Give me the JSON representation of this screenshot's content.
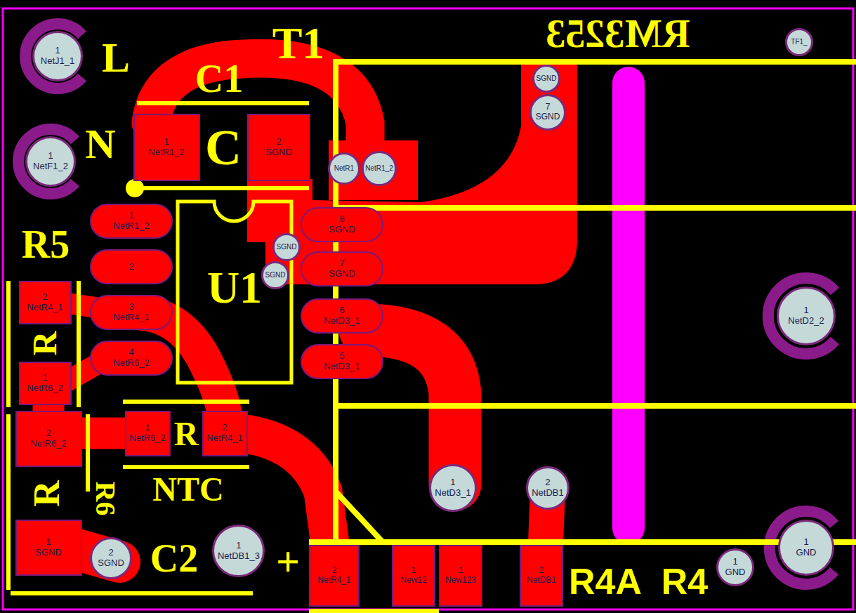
{
  "diagram": {
    "nodes": [
      {
        "text": [
          "1",
          "NetJ1_1"
        ]
      },
      {
        "text": [
          "1",
          "NetF1_2"
        ]
      },
      {
        "text": [
          "1",
          "NetR1_2"
        ]
      },
      {
        "text": [
          "2",
          "SGND"
        ]
      },
      {
        "text": [
          "NetR1"
        ]
      },
      {
        "text": [
          "NetR1_2"
        ]
      },
      {
        "text": [
          "SGND"
        ]
      },
      {
        "text": [
          "7",
          "SGND"
        ]
      },
      {
        "text": [
          "TF1_"
        ]
      },
      {
        "text": [
          "1",
          "NetR1_2"
        ]
      },
      {
        "text": [
          "2"
        ]
      },
      {
        "text": [
          "3",
          "NetR4_1"
        ]
      },
      {
        "text": [
          "4",
          "NetR6_2"
        ]
      },
      {
        "text": [
          "8",
          "SGND"
        ]
      },
      {
        "text": [
          "7",
          "SGND"
        ]
      },
      {
        "text": [
          "6",
          "NetD3_1"
        ]
      },
      {
        "text": [
          "5",
          "NetD3_1"
        ]
      },
      {
        "text": [
          "SGND"
        ]
      },
      {
        "text": [
          "SGND"
        ]
      },
      {
        "text": [
          "2",
          "NetR4_1"
        ]
      },
      {
        "text": [
          "1",
          "NetR6_2"
        ]
      },
      {
        "text": [
          "1",
          "NetR6_2"
        ]
      },
      {
        "text": [
          "2",
          "NetR4_1"
        ]
      },
      {
        "text": [
          "2",
          "NetR6_2"
        ]
      },
      {
        "text": [
          "1",
          "SGND"
        ]
      },
      {
        "text": [
          "2",
          "SGND"
        ]
      },
      {
        "text": [
          "1",
          "NetDB1_3"
        ]
      },
      {
        "text": [
          "1",
          "NetD2_2"
        ]
      },
      {
        "text": [
          "1",
          "NetD3_1"
        ]
      },
      {
        "text": [
          "2",
          "NetDB1"
        ]
      },
      {
        "text": [
          "1",
          "GND"
        ]
      },
      {
        "text": [
          "1",
          "GND"
        ]
      },
      {
        "text": [
          "2",
          "NetR4_1"
        ]
      },
      {
        "text": [
          "1",
          "New12"
        ]
      },
      {
        "text": [
          "1",
          "New123"
        ]
      },
      {
        "text": [
          "2",
          "NetDB1"
        ]
      }
    ],
    "labels": [
      "L",
      "N",
      "T1",
      "C1",
      "C",
      "R5",
      "R",
      "U1",
      "R",
      "R",
      "NTC",
      "R6",
      "C2",
      "+",
      "R4A",
      "R4",
      "RM3253"
    ]
  }
}
